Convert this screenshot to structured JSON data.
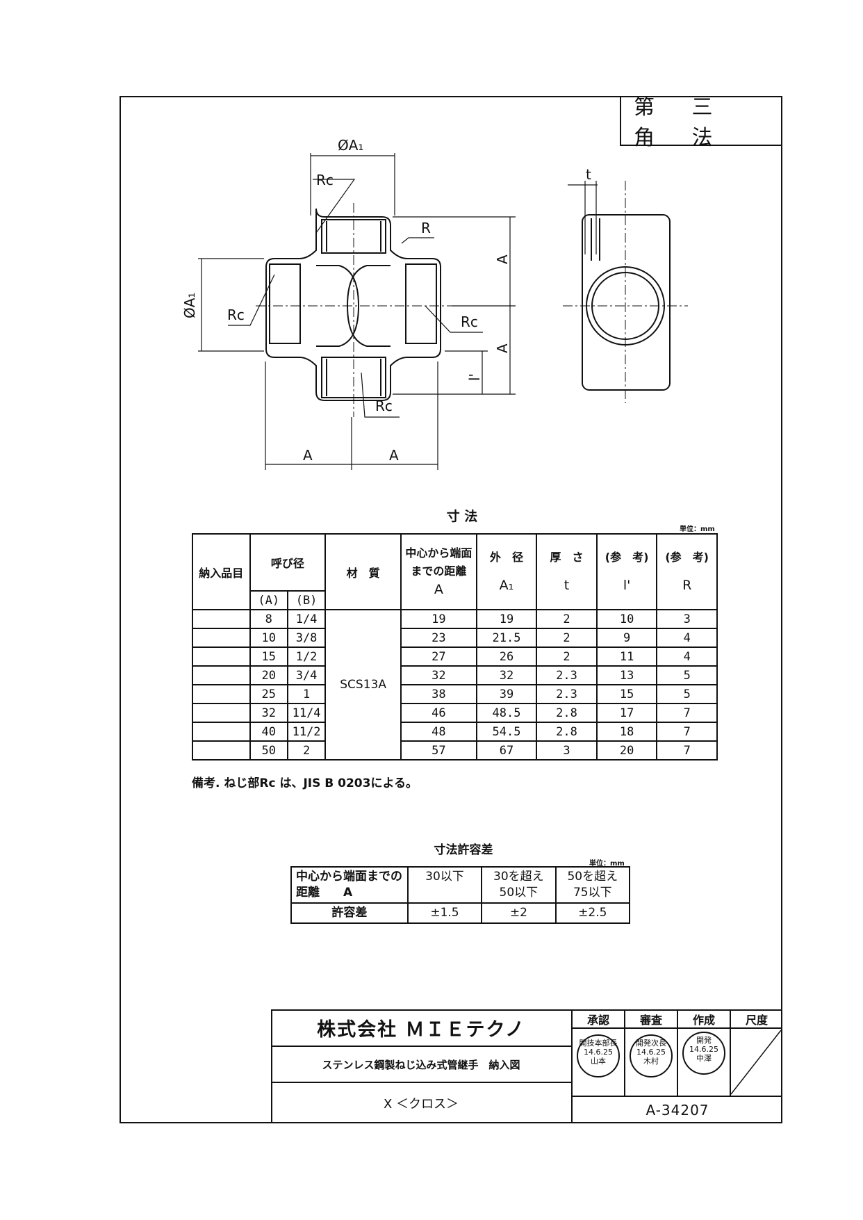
{
  "projection_method": "第 三 角 法",
  "drawing_labels": {
    "dia_a1": "ØA₁",
    "rc": "Rc",
    "r": "R",
    "a": "A",
    "l_prime": "l'",
    "t": "t"
  },
  "dimensions_table": {
    "caption": "寸 法",
    "unit": "単位：mm",
    "headers": {
      "item": "納入品目",
      "nominal": "呼び径",
      "nominal_a": "(A)",
      "nominal_b": "(B)",
      "material": "材　質",
      "center_to_end": "中心から端面までの距離",
      "center_to_end_sym": "A",
      "outer_dia": "外　径",
      "outer_dia_sym": "A₁",
      "thickness": "厚　さ",
      "thickness_sym": "t",
      "ref1": "(参　考)",
      "ref1_sym": "l'",
      "ref2": "(参　考)",
      "ref2_sym": "R"
    },
    "material": "SCS13A",
    "rows": [
      {
        "item": "",
        "a": "8",
        "b": "1/4",
        "A": "19",
        "A1": "19",
        "t": "2",
        "l": "10",
        "R": "3"
      },
      {
        "item": "",
        "a": "10",
        "b": "3/8",
        "A": "23",
        "A1": "21.5",
        "t": "2",
        "l": "9",
        "R": "4"
      },
      {
        "item": "",
        "a": "15",
        "b": "1/2",
        "A": "27",
        "A1": "26",
        "t": "2",
        "l": "11",
        "R": "4"
      },
      {
        "item": "",
        "a": "20",
        "b": "3/4",
        "A": "32",
        "A1": "32",
        "t": "2.3",
        "l": "13",
        "R": "5"
      },
      {
        "item": "",
        "a": "25",
        "b": "1",
        "A": "38",
        "A1": "39",
        "t": "2.3",
        "l": "15",
        "R": "5"
      },
      {
        "item": "",
        "a": "32",
        "b": "11/4",
        "A": "46",
        "A1": "48.5",
        "t": "2.8",
        "l": "17",
        "R": "7"
      },
      {
        "item": "",
        "a": "40",
        "b": "11/2",
        "A": "48",
        "A1": "54.5",
        "t": "2.8",
        "l": "18",
        "R": "7"
      },
      {
        "item": "",
        "a": "50",
        "b": "2",
        "A": "57",
        "A1": "67",
        "t": "3",
        "l": "20",
        "R": "7"
      }
    ]
  },
  "note": "備考. ねじ部Rc は、JIS B 0203による。",
  "tolerance_table": {
    "caption": "寸法許容差",
    "unit": "単位：mm",
    "label_line1": "中心から端面までの",
    "label_line2": "距離　　A",
    "cols": [
      "30以下",
      "30を超え 50以下",
      "50を超え 75以下"
    ],
    "row_label": "許容差",
    "values": [
      "±1.5",
      "±2",
      "±2.5"
    ]
  },
  "title_block": {
    "company": "株式会社 ＭＩＥテクノ",
    "title": "ステンレス鋼製ねじ込み式管継手　納入図",
    "part_name": "X ＜クロス＞",
    "drawing_no": "A-34207",
    "approval": "承認",
    "review": "審査",
    "created": "作成",
    "scale": "尺度",
    "stamp1": {
      "top": "開技本部長",
      "date": "14.6.25",
      "name": "山本"
    },
    "stamp2": {
      "top": "開発次長",
      "date": "14.6.25",
      "name": "木村"
    },
    "stamp3": {
      "top": "開発",
      "date": "14.6.25",
      "name": "中澤"
    }
  }
}
